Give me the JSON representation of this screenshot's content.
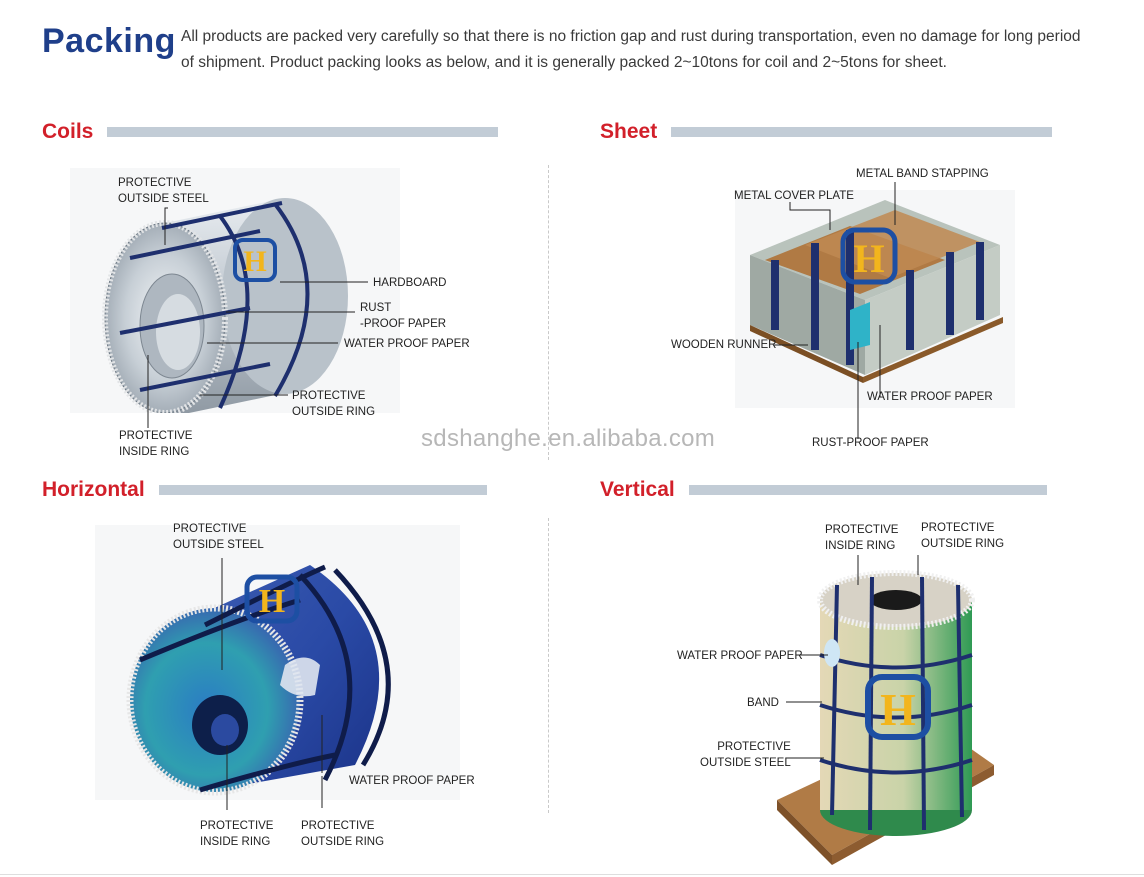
{
  "header": {
    "title": "Packing",
    "intro": "All products are packed very carefully so that there is no friction gap and rust during transportation, even no damage for long period of shipment. Product packing looks as below, and it is generally packed 2~10tons for coil and 2~5tons for sheet."
  },
  "watermark": "sdshanghe.en.alibaba.com",
  "sections": {
    "coils": {
      "title": "Coils",
      "labels": {
        "outside_steel": "PROTECTIVE\nOUTSIDE STEEL",
        "hardboard": "HARDBOARD",
        "rust_proof": "RUST\n-PROOF PAPER",
        "water_proof": "WATER PROOF PAPER",
        "outside_ring": "PROTECTIVE\nOUTSIDE RING",
        "inside_ring": "PROTECTIVE\nINSIDE RING"
      }
    },
    "sheet": {
      "title": "Sheet",
      "labels": {
        "metal_band": "METAL BAND STAPPING",
        "metal_cover": "METAL COVER PLATE",
        "wooden_runner": "WOODEN RUNNER",
        "water_proof": "WATER PROOF PAPER",
        "rust_proof": "RUST-PROOF PAPER"
      }
    },
    "horizontal": {
      "title": "Horizontal",
      "labels": {
        "outside_steel": "PROTECTIVE\nOUTSIDE STEEL",
        "water_proof": "WATER PROOF PAPER",
        "inside_ring": "PROTECTIVE\nINSIDE RING",
        "outside_ring": "PROTECTIVE\nOUTSIDE RING"
      }
    },
    "vertical": {
      "title": "Vertical",
      "labels": {
        "inside_ring": "PROTECTIVE\nINSIDE RING",
        "outside_ring": "PROTECTIVE\nOUTSIDE RING",
        "water_proof": "WATER PROOF PAPER",
        "band": "BAND",
        "outside_steel": "PROTECTIVE\nOUTSIDE STEEL"
      }
    }
  },
  "colors": {
    "title_blue": "#1f3f8a",
    "section_red": "#d2202a",
    "bar_grey": "#c2ccd6",
    "band_navy": "#1e2f6e",
    "logo_gold": "#f2b51d",
    "logo_blue": "#1d4fa3"
  }
}
